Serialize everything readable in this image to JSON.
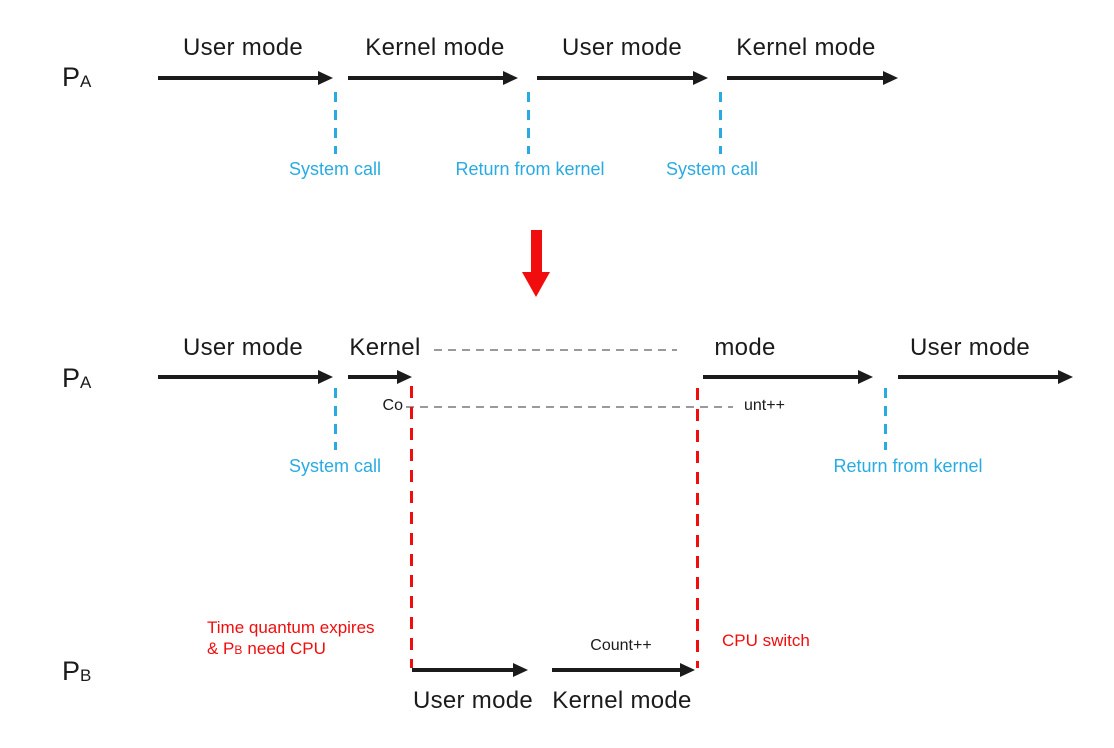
{
  "colors": {
    "callout_blue": "#29abe2",
    "alert_red": "#f10d0d",
    "connector_gray": "#9a9a9a",
    "ink_black": "#1b1b1b"
  },
  "top_timeline": {
    "process": {
      "base": "P",
      "sub": "A"
    },
    "segments": [
      "User mode",
      "Kernel mode",
      "User mode",
      "Kernel mode"
    ],
    "events": [
      "System call",
      "Return from kernel",
      "System call"
    ]
  },
  "bottom_timeline": {
    "process_a": {
      "base": "P",
      "sub": "A"
    },
    "process_b": {
      "base": "P",
      "sub": "B"
    },
    "pa_segments": [
      "User mode",
      "Kernel",
      "mode",
      "User mode"
    ],
    "events": [
      "System call",
      "Return from kernel"
    ],
    "count_interrupted": {
      "left": "Co",
      "right": "unt++"
    },
    "pb_segments": [
      "User mode",
      "Kernel mode"
    ],
    "pb_count": "Count++",
    "annotations": {
      "quantum_line1": "Time quantum expires",
      "quantum_line2_prefix": "& P",
      "quantum_line2_sub": "B",
      "quantum_line2_suffix": "need CPU",
      "cpu_switch": "CPU switch"
    }
  }
}
